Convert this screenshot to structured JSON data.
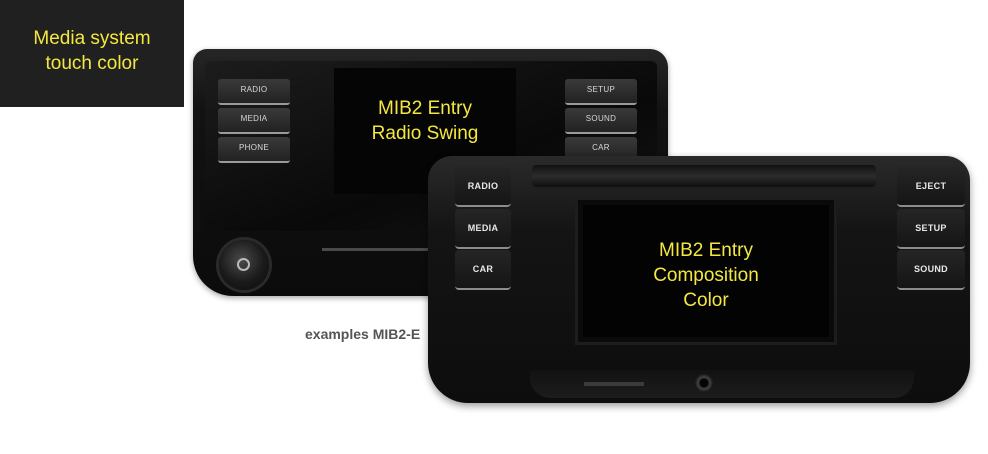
{
  "title_box": {
    "line1": "Media system",
    "line2": "touch color"
  },
  "unit_radio_swing": {
    "label_line1": "MIB2 Entry",
    "label_line2": "Radio Swing",
    "left_buttons": [
      "RADIO",
      "MEDIA",
      "PHONE"
    ],
    "right_buttons": [
      "SETUP",
      "SOUND",
      "CAR"
    ]
  },
  "caption": "examples  MIB2-E",
  "unit_composition_color": {
    "label_line1": "MIB2 Entry",
    "label_line2": "Composition",
    "label_line3": "Color",
    "left_buttons": [
      "RADIO",
      "MEDIA",
      "CAR"
    ],
    "right_buttons": [
      "EJECT",
      "SETUP",
      "SOUND"
    ]
  },
  "colors": {
    "label_yellow": "#f4e840",
    "title_box_bg": "#202020",
    "caption_gray": "#555555"
  }
}
